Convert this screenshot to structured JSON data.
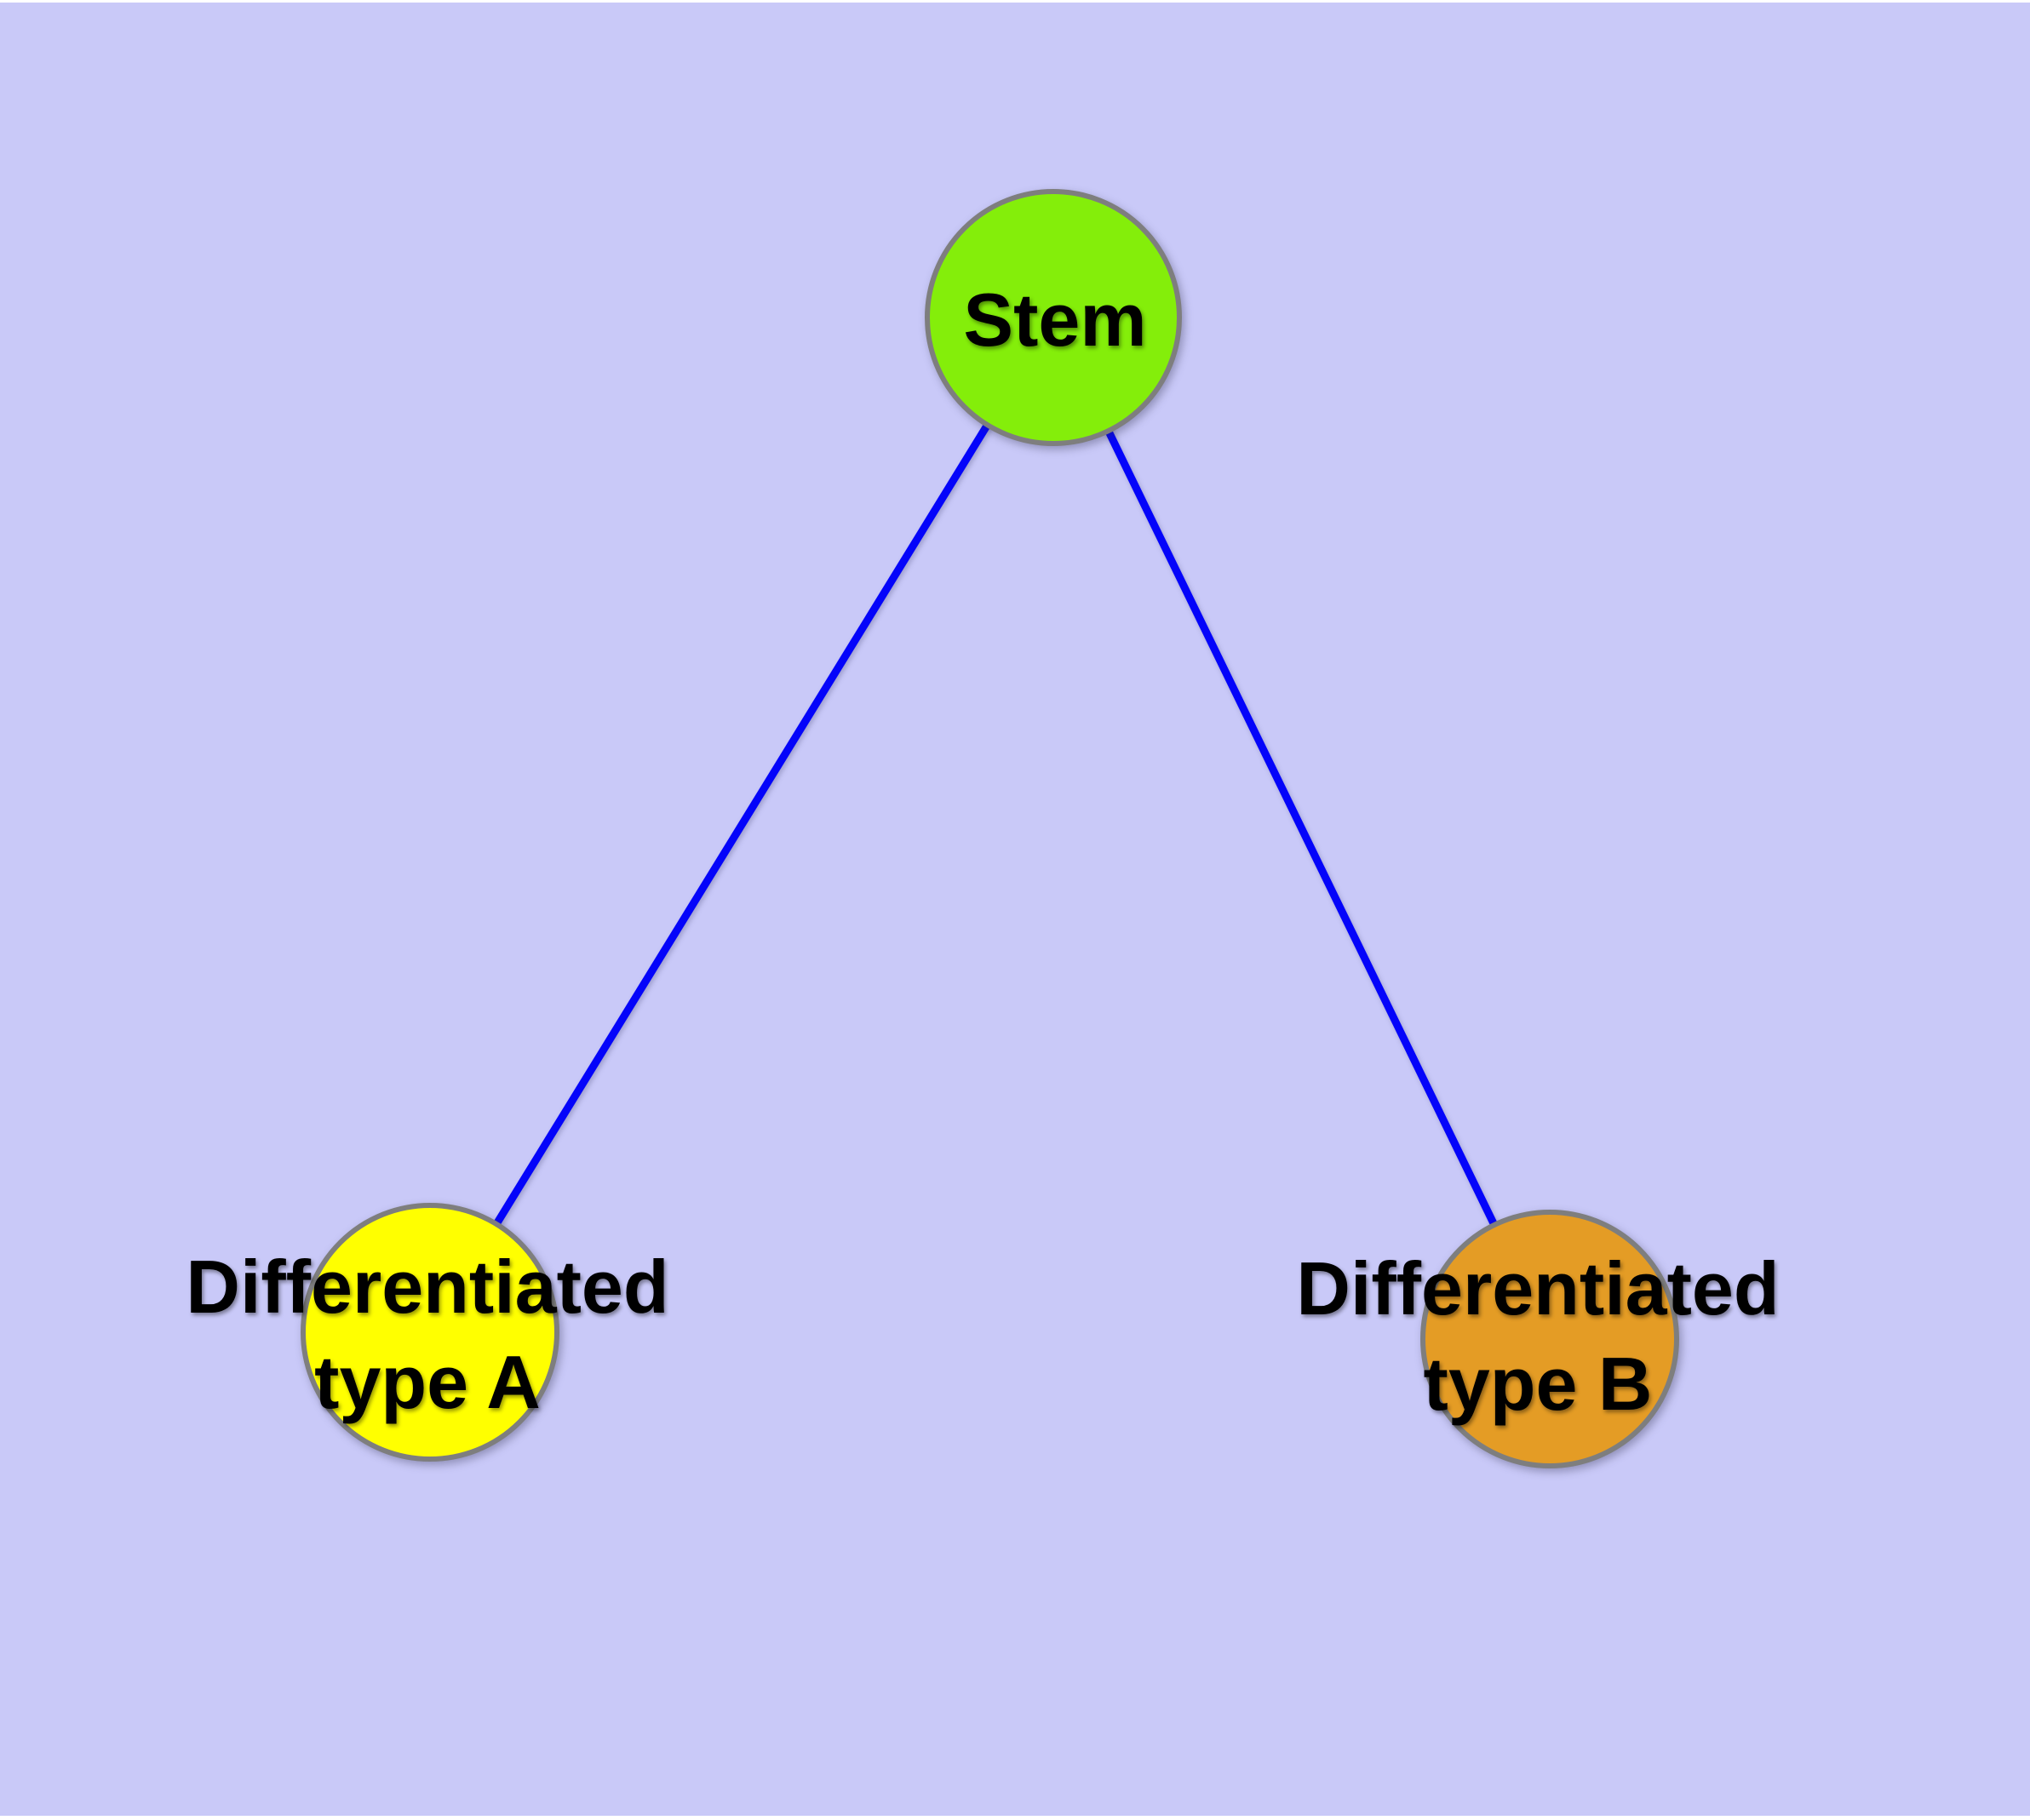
{
  "diagram": {
    "type": "node-link-graph",
    "nodes": {
      "stem": {
        "label": "Stem"
      },
      "typeA": {
        "label": "Differentiated type A",
        "line1": "Differentiated",
        "line2": "type A"
      },
      "typeB": {
        "label": "Differentiated type B",
        "line1": "Differentiated",
        "line2": "type B"
      }
    },
    "edges": [
      {
        "from": "Stem",
        "to": "Differentiated type A"
      },
      {
        "from": "Stem",
        "to": "Differentiated type B"
      }
    ]
  },
  "colors": {
    "canvas_bg": "#C9C9F8",
    "stem_fill": "#84EE0A",
    "typeA_fill": "#FFFF00",
    "typeB_fill": "#E49C25",
    "node_border": "#7E7E7E",
    "edge": "#0404FA",
    "label": "#000000"
  }
}
